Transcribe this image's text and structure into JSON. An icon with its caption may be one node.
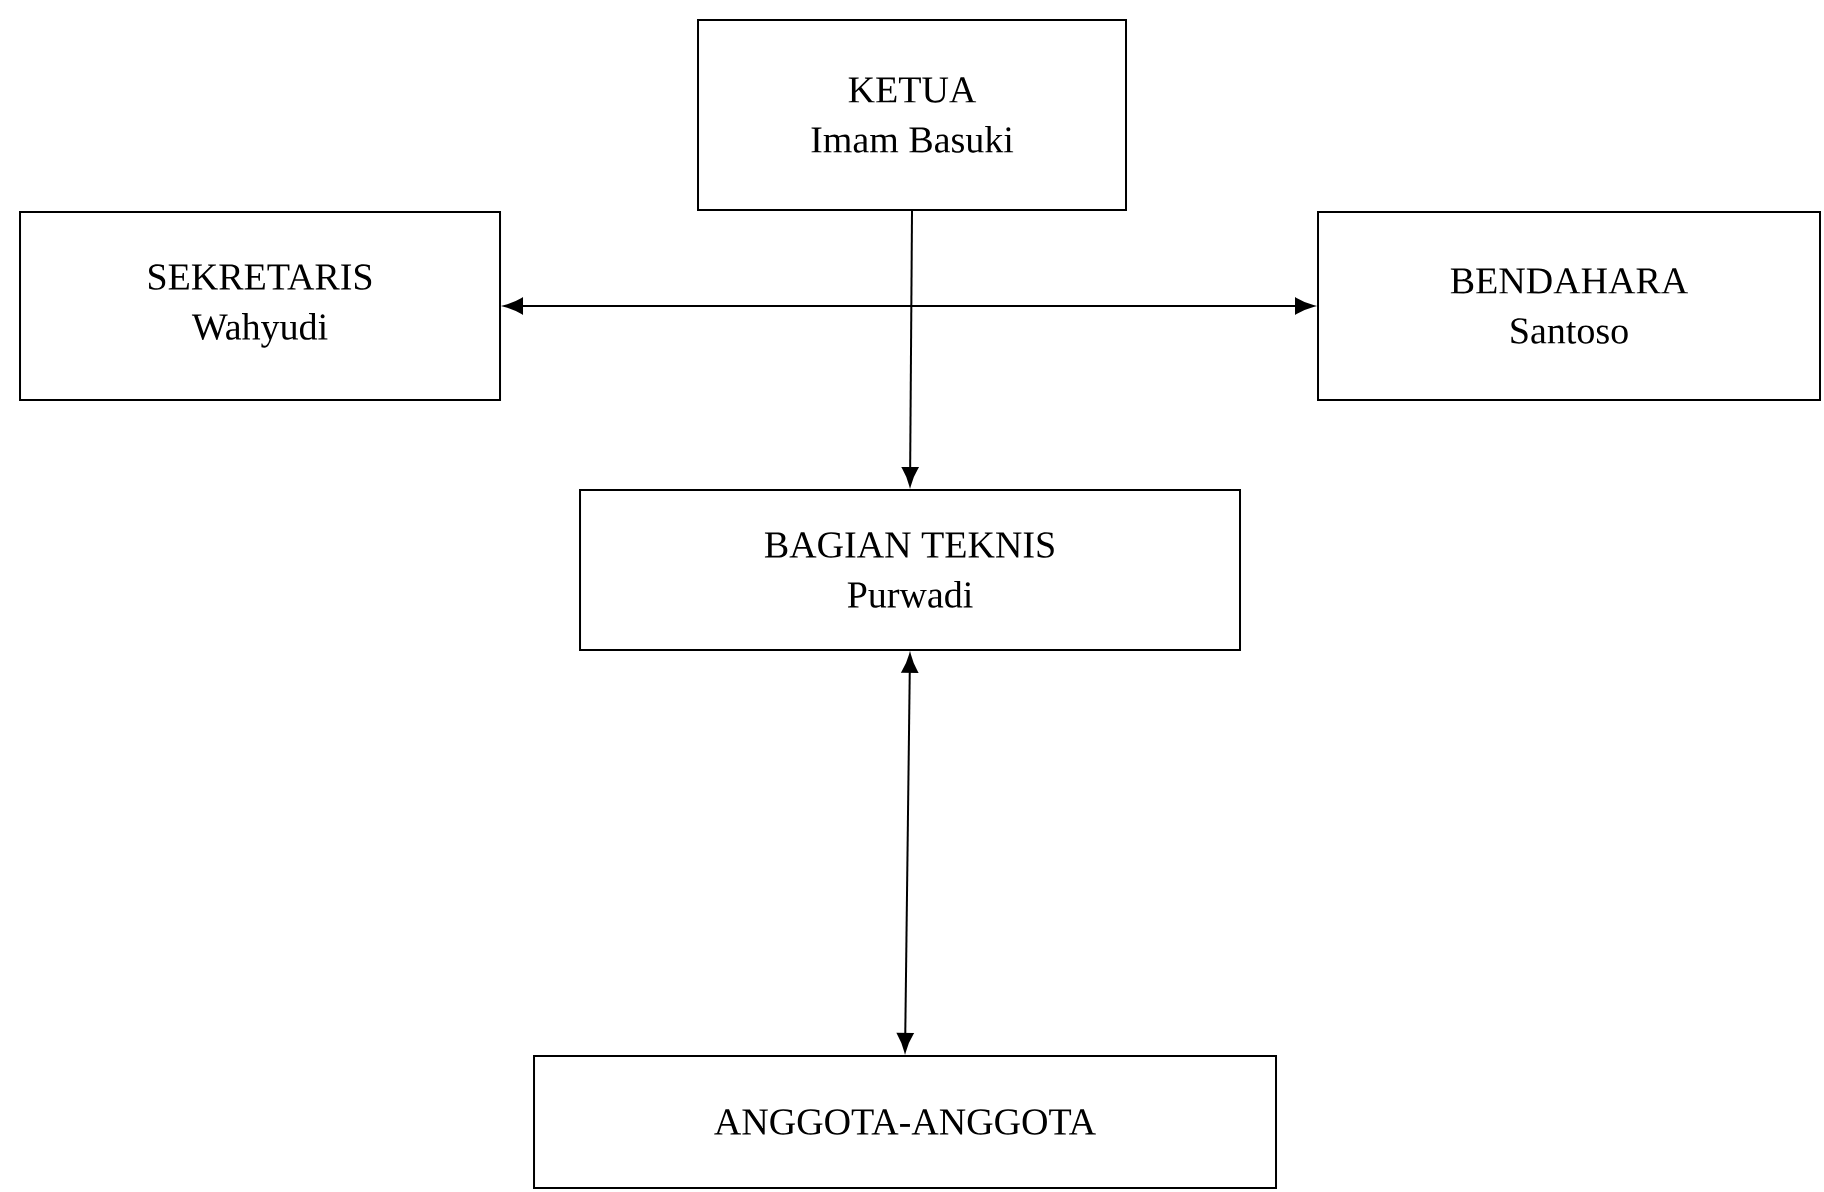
{
  "diagram": {
    "nodes": [
      {
        "text": [
          "KETUA",
          "Imam Basuki"
        ]
      },
      {
        "text": [
          "SEKRETARIS",
          "Wahyudi"
        ]
      },
      {
        "text": [
          "BENDAHARA",
          "Santoso"
        ]
      },
      {
        "text": [
          "BAGIAN TEKNIS",
          "Purwadi"
        ]
      },
      {
        "text": [
          "ANGGOTA-ANGGOTA"
        ]
      }
    ],
    "edges": [
      {
        "from": 1,
        "to": 2,
        "arrow": "both"
      },
      {
        "from": 0,
        "to": 3,
        "arrow": "to"
      },
      {
        "from": 3,
        "to": 4,
        "arrow": "both"
      }
    ]
  }
}
